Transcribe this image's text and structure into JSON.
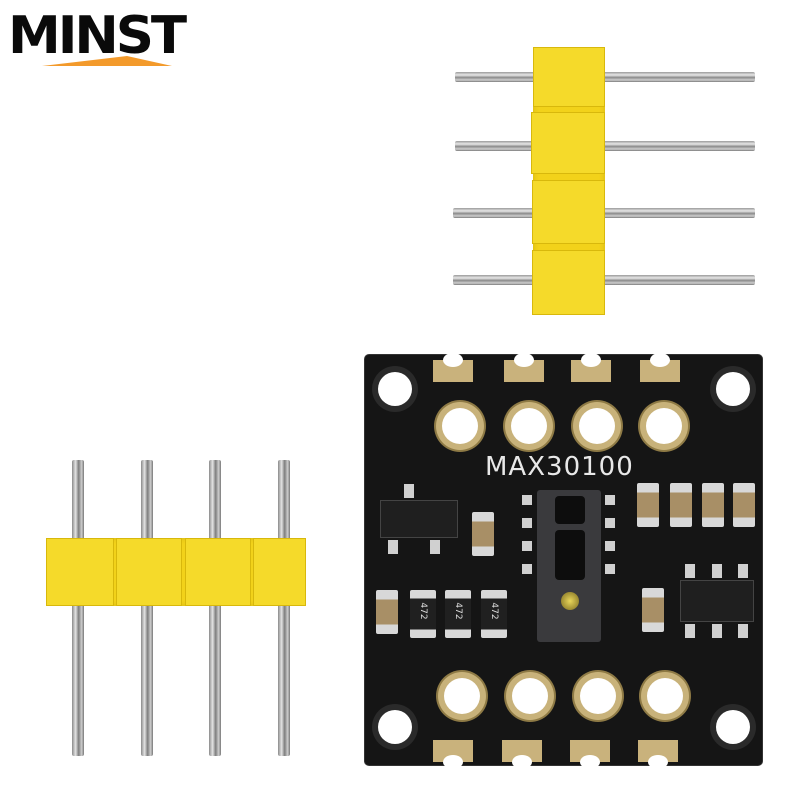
{
  "brand": {
    "logo_text": "MINST",
    "logo_color": "#0a0a0a",
    "accent_color": "#f39a2b"
  },
  "product": {
    "board_label": "MAX30100",
    "board_color": "#151515",
    "pad_color": "#c9b27c",
    "resistor_markings": [
      "472",
      "472",
      "472"
    ],
    "header_color": "#f2d21a",
    "pin_count_per_header": 4,
    "headers": [
      {
        "orientation": "horizontal",
        "pins": 4
      },
      {
        "orientation": "vertical",
        "pins": 4
      }
    ]
  }
}
